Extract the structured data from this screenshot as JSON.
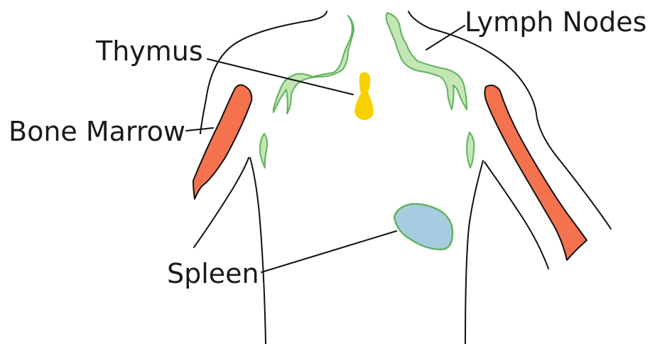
{
  "labels": {
    "lymph_nodes": "Lymph Nodes",
    "thymus": "Thymus",
    "bone_marrow": "Bone Marrow",
    "spleen": "Spleen"
  },
  "colors": {
    "bone_marrow_fill": "#f4724e",
    "thymus_fill": "#f7d000",
    "spleen_fill": "#a7cbe0",
    "spleen_stroke": "#5fb25f",
    "lymph_fill": "#c3e6b4",
    "lymph_stroke": "#5fb25f",
    "outline": "#111111"
  }
}
